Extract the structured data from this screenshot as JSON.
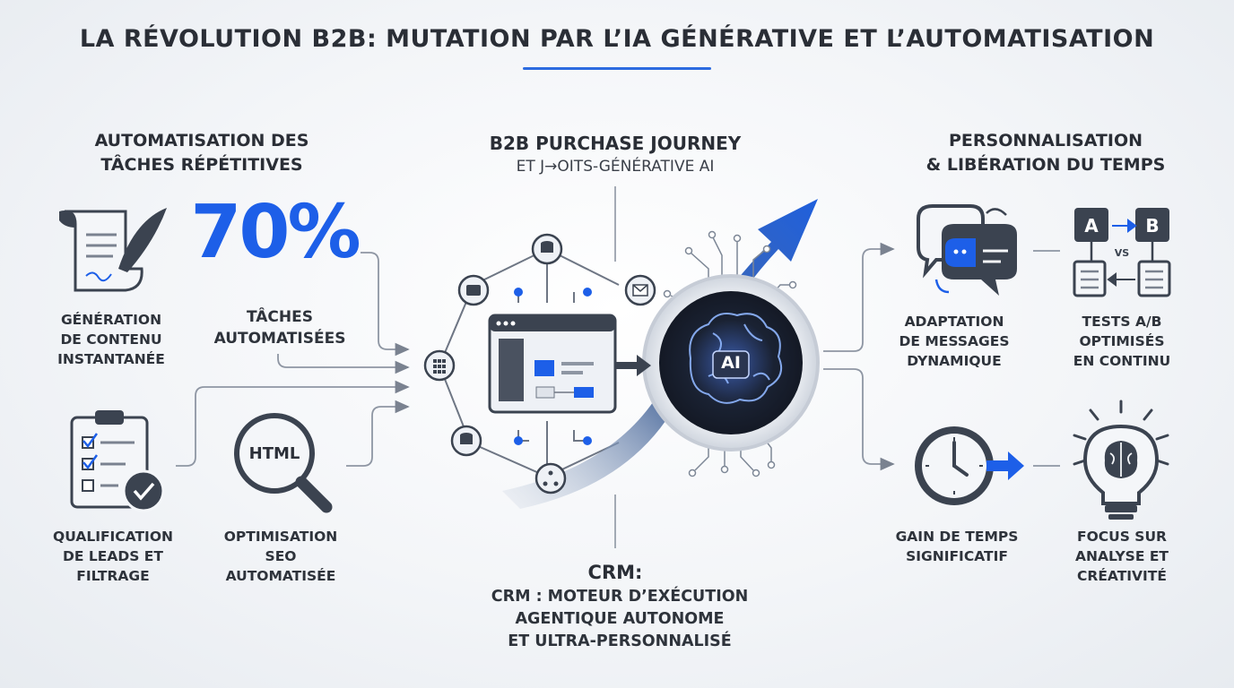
{
  "title": "LA RÉVOLUTION B2B: MUTATION PAR L’IA GÉNÉRATIVE ET L’AUTOMATISATION",
  "left": {
    "heading_line1": "AUTOMATISATION DES",
    "heading_line2": "TÂCHES RÉPÉTITIVES",
    "stat_value": "70%",
    "stat_label_line1": "TÂCHES",
    "stat_label_line2": "AUTOMATISÉES",
    "content_gen_line1": "GÉNÉRATION",
    "content_gen_line2": "DE CONTENU",
    "content_gen_line3": "INSTANTANÉE",
    "leads_line1": "QUALIFICATION",
    "leads_line2": "DE LEADS ET",
    "leads_line3": "FILTRAGE",
    "seo_badge": "HTML",
    "seo_line1": "OPTIMISATION",
    "seo_line2": "SEO",
    "seo_line3": "AUTOMATISÉE"
  },
  "center": {
    "heading": "B2B PURCHASE JOURNEY",
    "subheading": "ET J→OITS-GÉNÉRATIVE AI",
    "ai_label": "AI",
    "crm_title": "CRM:",
    "crm_line1": "CRM : MOTEUR D’EXÉCUTION",
    "crm_line2": "AGENTIQUE AUTONOME",
    "crm_line3": "ET ULTRA-PERSONNALISÉ"
  },
  "right": {
    "heading_line1": "PERSONNALISATION",
    "heading_line2": "& LIBÉRATION DU TEMPS",
    "adapt_line1": "ADAPTATION",
    "adapt_line2": "DE MESSAGES",
    "adapt_line3": "DYNAMIQUE",
    "ab_a": "A",
    "ab_b": "B",
    "ab_vs": "VS",
    "ab_line1": "TESTS A/B",
    "ab_line2": "OPTIMISÉS",
    "ab_line3": "EN CONTINU",
    "time_line1": "GAIN DE TEMPS",
    "time_line2": "SIGNIFICATIF",
    "focus_line1": "FOCUS SUR",
    "focus_line2": "ANALYSE ET",
    "focus_line3": "CRÉATIVITÉ"
  },
  "colors": {
    "accent_blue": "#1d5fe8",
    "dark_slate": "#3b4350",
    "light_gray": "#e9ecf1",
    "ai_core": "#1a1f2b"
  }
}
